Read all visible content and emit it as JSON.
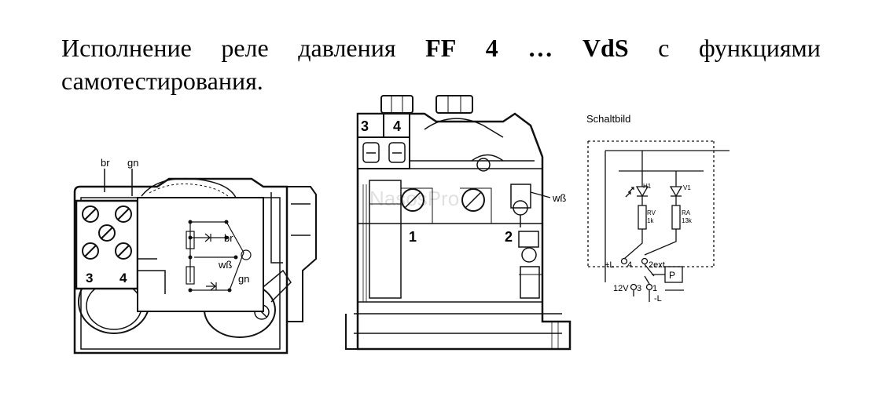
{
  "heading": {
    "words": [
      "Исполнение",
      "реле",
      "давления",
      "FF",
      "4",
      "…",
      "VdS",
      "с",
      "функциями"
    ],
    "bold_words": [
      "FF",
      "4",
      "…",
      "VdS"
    ],
    "line2": "самотестирования."
  },
  "left_drawing": {
    "wire_labels": {
      "br": "br",
      "gn": "gn"
    },
    "terminals": {
      "t3": "3",
      "t4": "4"
    },
    "circuit_labels": {
      "br": "br",
      "wb": "wß",
      "gn": "gn"
    }
  },
  "middle_drawing": {
    "terminals": {
      "t3": "3",
      "t4": "4"
    },
    "contacts": {
      "c1": "1",
      "c2": "2"
    },
    "wire_label": "wß",
    "watermark": "NasosPro"
  },
  "schematic": {
    "title": "Schaltbild",
    "h1": "H1",
    "v1": "V1",
    "rv": "RV",
    "rv_value": "1k",
    "ra": "RA",
    "ra_value": "13k",
    "plus_l": "+L",
    "pin4": "4",
    "pin2ext": "2ext",
    "p_box": "P",
    "v12": "12V",
    "pin3": "3",
    "pin1": "1",
    "minus_l": "-L"
  }
}
